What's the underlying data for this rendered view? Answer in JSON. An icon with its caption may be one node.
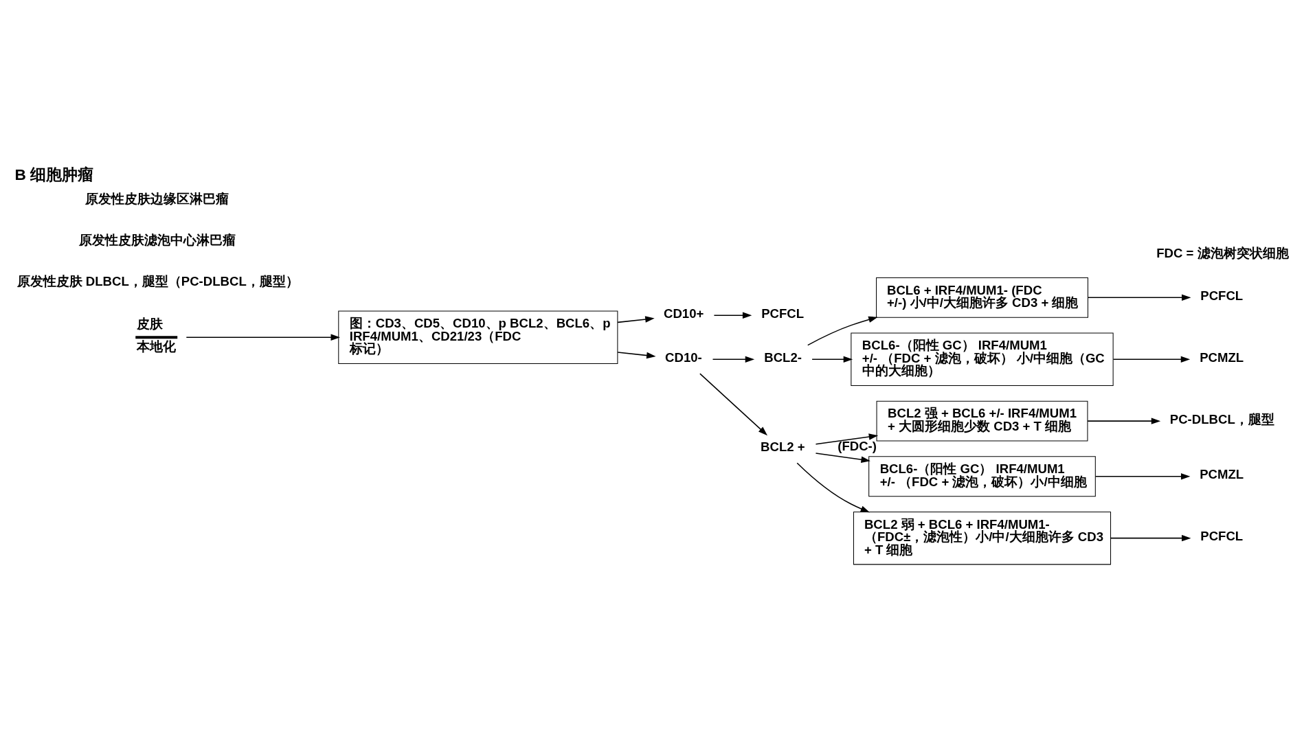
{
  "diagram": {
    "title": "B 细胞肿瘤",
    "nodes": [
      {
        "text": [
          "皮肤",
          "本地化"
        ]
      },
      {
        "text": [
          "图：CD3、CD5、CD10、p BCL2、BCL6、p IRF4/MUM1、CD21/23（FDC 标记）"
        ]
      },
      {
        "text": [
          "CD10+"
        ]
      },
      {
        "text": [
          "PCFCL"
        ]
      },
      {
        "text": [
          "CD10-"
        ]
      },
      {
        "text": [
          "BCL2-"
        ]
      },
      {
        "text": [
          "BCL2 +"
        ]
      },
      {
        "text": [
          "BCL6 + IRF4/MUM1- (FDC +/-) 小/中/大细胞许多 CD3 + 细胞"
        ]
      },
      {
        "text": [
          "PCFCL"
        ]
      },
      {
        "text": [
          "BCL6-（阳性 GC） IRF4/MUM1 +/- （FDC + 滤泡，破坏） 小/中细胞（GC 中的大细胞）"
        ]
      },
      {
        "text": [
          "PCMZL"
        ]
      },
      {
        "text": [
          "BCL2 强 + BCL6 +/- IRF4/MUM1 + 大圆形细胞少数 CD3 + T 细胞"
        ],
        "beside": [
          "(FDC-)"
        ]
      },
      {
        "text": [
          "PC-DLBCL，腿型"
        ]
      },
      {
        "text": [
          "BCL6-（阳性 GC） IRF4/MUM1 +/- （FDC + 滤泡，破坏）小/中细胞"
        ]
      },
      {
        "text": [
          "PCMZL"
        ]
      },
      {
        "text": [
          "BCL2 弱 + BCL6 + IRF4/MUM1- （FDC±，滤泡性）小/中/大细胞许多 CD3 + T 细胞"
        ]
      },
      {
        "text": [
          "PCFCL"
        ]
      }
    ],
    "edges": [
      {
        "from": 0,
        "to": 1,
        "arrow": "to"
      },
      {
        "from": 1,
        "to": 2,
        "arrow": "to"
      },
      {
        "from": 1,
        "to": 4,
        "arrow": "to"
      },
      {
        "from": 2,
        "to": 3,
        "arrow": "to"
      },
      {
        "from": 4,
        "to": 5,
        "arrow": "to"
      },
      {
        "from": 4,
        "to": 6,
        "arrow": "to"
      },
      {
        "from": 5,
        "to": 7,
        "arrow": "to"
      },
      {
        "from": 5,
        "to": 9,
        "arrow": "to"
      },
      {
        "from": 6,
        "to": 11,
        "arrow": "to"
      },
      {
        "from": 6,
        "to": 13,
        "arrow": "to"
      },
      {
        "from": 6,
        "to": 15,
        "arrow": "to"
      },
      {
        "from": 7,
        "to": 8,
        "arrow": "to"
      },
      {
        "from": 9,
        "to": 10,
        "arrow": "to"
      },
      {
        "from": 11,
        "to": 12,
        "arrow": "to"
      },
      {
        "from": 13,
        "to": 14,
        "arrow": "to"
      },
      {
        "from": 15,
        "to": 16,
        "arrow": "to"
      }
    ],
    "labels": [
      "FDC = 滤泡树突状细胞",
      "原发性皮肤边缘区淋巴瘤",
      "原发性皮肤滤泡中心淋巴瘤",
      "原发性皮肤 DLBCL，腿型（PC-DLBCL，腿型）"
    ]
  }
}
